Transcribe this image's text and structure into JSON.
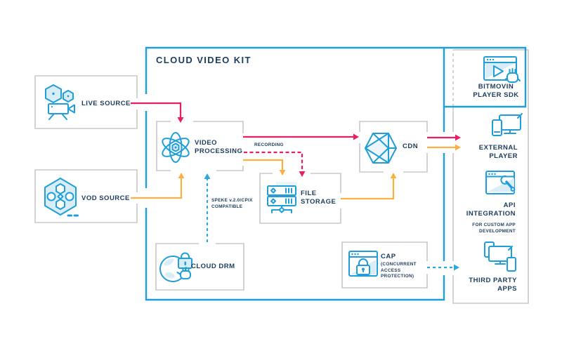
{
  "colors": {
    "blue": "#1f9ed9",
    "blue_arrow": "#2aa9e1",
    "pink": "#ea1e63",
    "orange": "#f9b142",
    "navy": "#1c3c5e",
    "gray_border": "#c8c8c8",
    "light_blue": "#d9edf9"
  },
  "container": {
    "title": "CLOUD VIDEO KIT"
  },
  "sources": {
    "live": {
      "label": "LIVE SOURCE"
    },
    "vod": {
      "label": "VOD SOURCE"
    }
  },
  "components": {
    "video_processing": {
      "label": "VIDEO PROCESSING"
    },
    "file_storage": {
      "label": "FILE STORAGE"
    },
    "cdn": {
      "label": "CDN"
    },
    "cloud_drm": {
      "label": "CLOUD DRM"
    },
    "cap": {
      "label": "CAP",
      "sublabel": "(CONCURRENT ACCESS PROTECTION)"
    },
    "bitmovin": {
      "label": "BITMOVIN PLAYER SDK"
    }
  },
  "outputs": {
    "external_player": {
      "label": "EXTERNAL PLAYER"
    },
    "api_integration": {
      "label": "API INTEGRATION",
      "sublabel": "FOR CUSTOM APP DEVELOPMENT"
    },
    "third_party": {
      "label": "THIRD PARTY APPS"
    }
  },
  "annotations": {
    "recording": "RECORDING",
    "speke": "SPEKE v.2.0/CPIX COMPATIBLE"
  },
  "diagram": {
    "connections": [
      {
        "from": "live-source",
        "to": "video-processing",
        "style": "solid",
        "color": "pink"
      },
      {
        "from": "vod-source",
        "to": "video-processing",
        "style": "solid",
        "color": "orange"
      },
      {
        "from": "video-processing",
        "to": "cdn",
        "style": "solid",
        "color": "pink"
      },
      {
        "from": "video-processing",
        "to": "file-storage",
        "style": "dashed",
        "color": "pink",
        "label": "RECORDING"
      },
      {
        "from": "video-processing",
        "to": "file-storage",
        "style": "solid",
        "color": "orange"
      },
      {
        "from": "file-storage",
        "to": "cdn",
        "style": "solid",
        "color": "orange"
      },
      {
        "from": "cdn",
        "to": "external-player",
        "style": "solid",
        "color": "pink"
      },
      {
        "from": "cdn",
        "to": "external-player",
        "style": "solid",
        "color": "orange"
      },
      {
        "from": "cloud-drm",
        "to": "video-processing",
        "style": "dashed",
        "color": "blue",
        "label": "SPEKE v.2.0/CPIX COMPATIBLE"
      },
      {
        "from": "cap",
        "to": "third-party-apps",
        "style": "dashed",
        "color": "blue"
      }
    ]
  }
}
